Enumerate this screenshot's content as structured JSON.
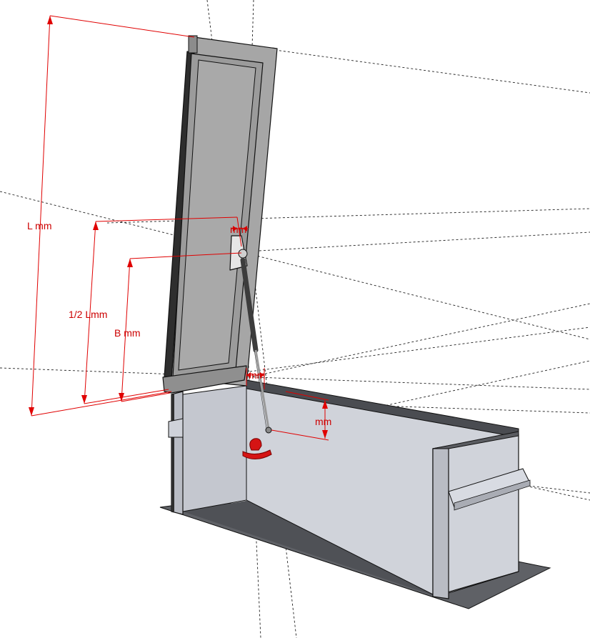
{
  "dimensions": {
    "length": "L mm",
    "half_length": "1/2 Lmm",
    "b_height": "B mm",
    "top_offset": "mm",
    "strut_offset": "mm",
    "vertical_offset": "mm"
  },
  "colors": {
    "dimension": "#e00000",
    "lid_face": "#a6a6a6",
    "lid_inner": "#bfbfbf",
    "wall_light": "#d0d3da",
    "wall_mid": "#b9bcc4",
    "floor": "#5f6166",
    "strut": "#3c3c3c",
    "handle": "#d51414"
  }
}
